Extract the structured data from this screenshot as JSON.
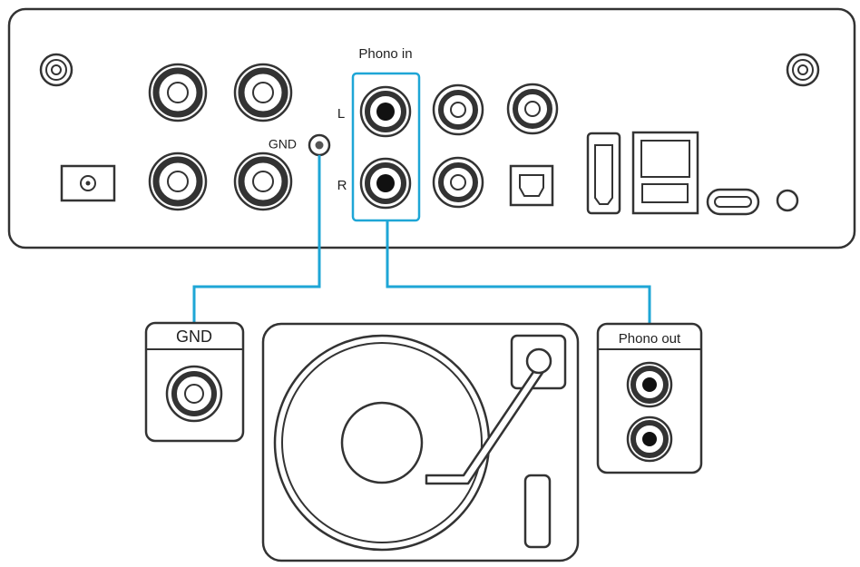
{
  "labels": {
    "phono_in": "Phono in",
    "left_channel": "L",
    "right_channel": "R",
    "device_gnd": "GND",
    "turntable_gnd": "GND",
    "phono_out": "Phono out"
  },
  "colors": {
    "cable": "#1ea6d6",
    "outline": "#333333",
    "jack_dark": "#111111"
  },
  "icons": {
    "back_panel": "amplifier-back-panel",
    "turntable": "turntable-icon",
    "rca": "rca-jack-icon",
    "ground": "ground-terminal-icon"
  }
}
